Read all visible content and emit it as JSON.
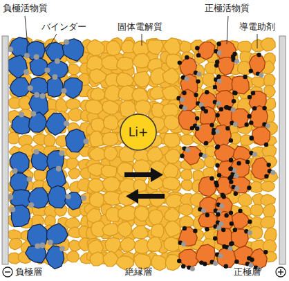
{
  "diagram": {
    "nodes": [
      {
        "text": [
          "Li+"
        ]
      }
    ],
    "labels": [
      "負極活物質",
      "バインダー",
      "固体電解質",
      "正極活物質",
      "導電助剤",
      "負極層",
      "絶縁層",
      "正極層"
    ]
  }
}
